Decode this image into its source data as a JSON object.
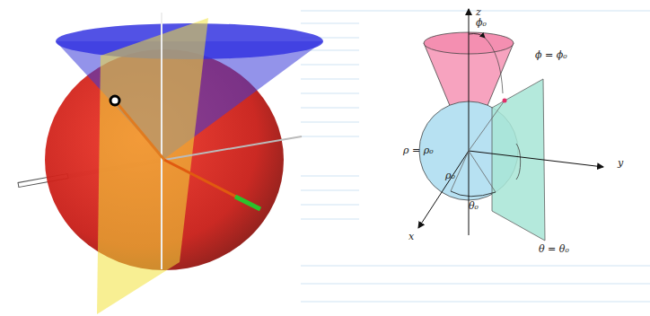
{
  "diagram": {
    "labels": [
      "z",
      "ϕ₀",
      "ϕ = ϕ₀",
      "ρ = ρ₀",
      "ρ₀",
      "θ₀",
      "y",
      "x",
      "θ = θ₀"
    ]
  }
}
